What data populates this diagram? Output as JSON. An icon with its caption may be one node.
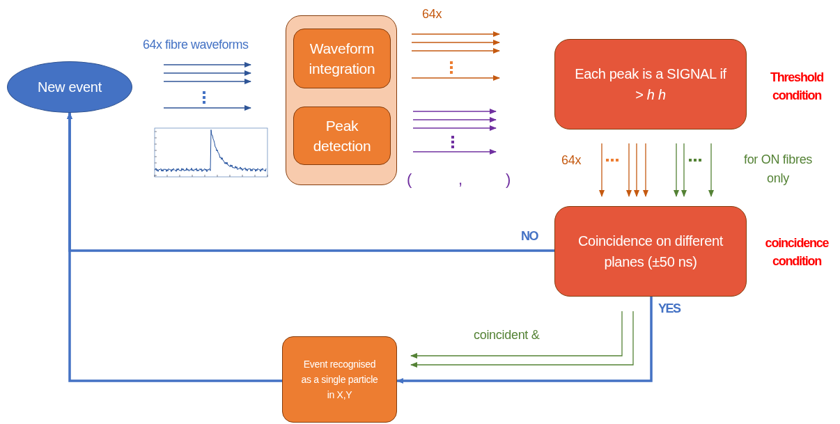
{
  "diagram": {
    "nodes": [
      {
        "text": [
          "New event"
        ]
      },
      {
        "text": [],
        "shape": "box"
      },
      {
        "text": [
          "Waveform integration"
        ],
        "in": 1
      },
      {
        "text": [
          "Peak detection"
        ],
        "in": 1
      },
      {
        "text": [
          "Each peak is a SIGNAL if > *h* *h*"
        ],
        "beside": [
          "Threshold condition"
        ]
      },
      {
        "text": [
          "Coincidence on different planes (±50 ns)"
        ],
        "beside": [
          "coincidence condition"
        ]
      },
      {
        "text": [
          "Event recognised as a single particle in X,Y"
        ]
      }
    ],
    "edges": [
      {
        "from": null,
        "to": 1,
        "arrow": "to",
        "color": "#2f5597"
      },
      {
        "from": null,
        "to": 1,
        "arrow": "to",
        "color": "#2f5597"
      },
      {
        "from": null,
        "to": 1,
        "arrow": "to",
        "color": "#2f5597"
      },
      {
        "from": null,
        "to": 1,
        "arrow": "to",
        "color": "#2f5597"
      },
      {
        "from": 2,
        "to": null,
        "arrow": "to",
        "color": "#c55a11"
      },
      {
        "from": 2,
        "to": null,
        "arrow": "to",
        "color": "#c55a11"
      },
      {
        "from": 2,
        "to": null,
        "arrow": "to",
        "color": "#c55a11"
      },
      {
        "from": 2,
        "to": null,
        "arrow": "to",
        "color": "#c55a11"
      },
      {
        "from": 3,
        "to": null,
        "arrow": "to",
        "color": "#7030a0"
      },
      {
        "from": 3,
        "to": null,
        "arrow": "to",
        "color": "#7030a0"
      },
      {
        "from": 3,
        "to": null,
        "arrow": "to",
        "color": "#7030a0"
      },
      {
        "from": 3,
        "to": null,
        "arrow": "to",
        "color": "#7030a0"
      },
      {
        "from": 4,
        "to": 5,
        "arrow": "to",
        "color": "#c55a11"
      },
      {
        "from": 4,
        "to": 5,
        "arrow": "to",
        "color": "#c55a11"
      },
      {
        "from": 4,
        "to": 5,
        "arrow": "to",
        "color": "#c55a11"
      },
      {
        "from": 4,
        "to": 5,
        "arrow": "to",
        "color": "#c55a11"
      },
      {
        "from": 4,
        "to": 5,
        "arrow": "to",
        "color": "#548235"
      },
      {
        "from": 4,
        "to": 5,
        "arrow": "to",
        "color": "#548235"
      },
      {
        "from": 4,
        "to": 5,
        "arrow": "to",
        "color": "#548235"
      },
      {
        "from": 5,
        "to": 6,
        "arrow": "to",
        "color": "#548235"
      },
      {
        "from": 5,
        "to": 6,
        "arrow": "to",
        "color": "#548235"
      },
      {
        "from": 5,
        "to": 6,
        "arrow": "to",
        "label": "YES",
        "style": "thick",
        "color": "#4472c4"
      },
      {
        "from": 5,
        "to": 0,
        "arrow": "to",
        "label": "NO",
        "style": "thick",
        "color": "#4472c4"
      },
      {
        "from": 6,
        "to": 0,
        "arrow": "to",
        "style": "thick",
        "color": "#4472c4"
      }
    ],
    "labels": [
      "64x",
      "64x fibre waveforms",
      "(",
      ",",
      ")",
      "64x",
      "for ON fibres only",
      "coincident &"
    ]
  }
}
